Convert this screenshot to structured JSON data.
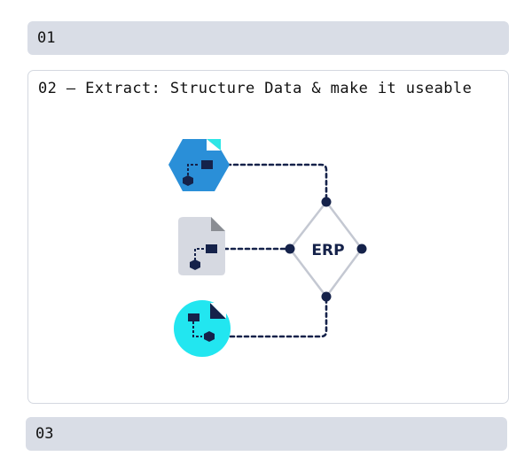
{
  "steps": [
    {
      "label": "01"
    },
    {
      "label": "02 — Extract: Structure Data & make it useable"
    },
    {
      "label": "03"
    }
  ],
  "diagram": {
    "hub_label": "ERP",
    "colors": {
      "hub_outline": "#c4c8d2",
      "connector": "#15224a",
      "source_blue": "#2a8fd8",
      "source_gray": "#d6d9e1",
      "source_cyan": "#22e6f0",
      "corner_accent": "#2ee6e6"
    },
    "sources": [
      {
        "name": "blue-hexagon-document-icon"
      },
      {
        "name": "gray-document-icon"
      },
      {
        "name": "cyan-circle-document-icon"
      }
    ]
  }
}
